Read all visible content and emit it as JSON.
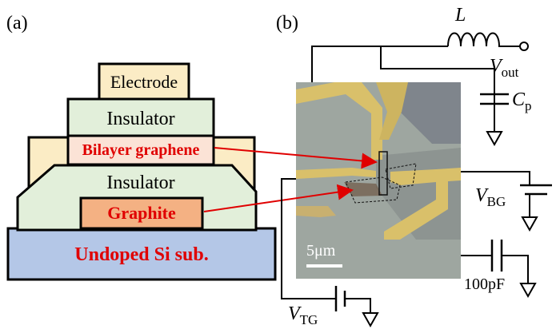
{
  "panel_a": {
    "label": "(a)",
    "layers": {
      "electrode": "Electrode",
      "insulator_top": "Insulator",
      "bilayer": "Bilayer graphene",
      "insulator_bottom": "Insulator",
      "graphite": "Graphite",
      "substrate": "Undoped Si sub."
    }
  },
  "panel_b": {
    "label": "(b)",
    "scale_bar": "5μm",
    "circuit": {
      "inductor": "L",
      "vout": {
        "main": "V",
        "sub": "out"
      },
      "cp": {
        "main": "C",
        "sub": "p"
      },
      "vbg": {
        "main": "V",
        "sub": "BG"
      },
      "vtg": {
        "main": "V",
        "sub": "TG"
      },
      "cap_value": "100pF"
    }
  },
  "colors": {
    "electrode": "#fbecc5",
    "insulator": "#e2efda",
    "bilayer": "#fbe3d6",
    "graphite": "#f4b183",
    "substrate": "#b4c7e7",
    "red_text": "#e00000",
    "arrow": "#e00000",
    "micro_bg": "#9ea6a0",
    "micro_gold": "#d9c06a"
  }
}
